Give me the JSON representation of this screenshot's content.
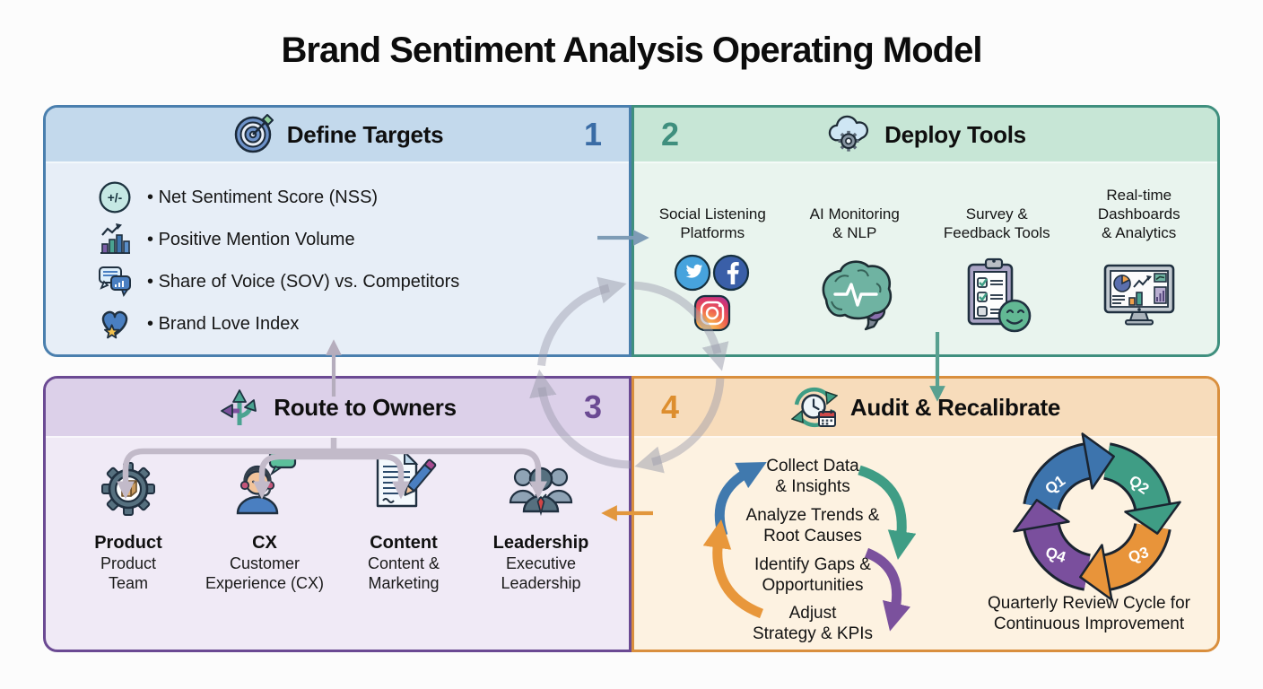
{
  "title": "Brand Sentiment Analysis Operating Model",
  "quadrants": {
    "define_targets": {
      "number": "1",
      "title": "Define Targets",
      "icon": "target-dart-icon",
      "metrics": [
        {
          "icon": "plus-minus-icon",
          "glyph": "+/-",
          "label": "Net Sentiment Score (NSS)"
        },
        {
          "icon": "growth-chart-icon",
          "label": "Positive Mention Volume"
        },
        {
          "icon": "chat-bubbles-icon",
          "label": "Share of Voice (SOV) vs. Competitors"
        },
        {
          "icon": "heart-star-icon",
          "label": "Brand Love Index"
        }
      ]
    },
    "deploy_tools": {
      "number": "2",
      "title": "Deploy Tools",
      "icon": "cloud-gear-icon",
      "tools": [
        {
          "icon": "social-platform-icons",
          "label": "Social Listening\nPlatforms"
        },
        {
          "icon": "ai-brain-icon",
          "label": "AI Monitoring\n& NLP"
        },
        {
          "icon": "survey-clipboard-icon",
          "label": "Survey &\nFeedback Tools"
        },
        {
          "icon": "dashboard-monitor-icon",
          "label": "Real-time\nDashboards\n& Analytics"
        }
      ]
    },
    "route_to_owners": {
      "number": "3",
      "title": "Route to Owners",
      "icon": "route-split-icon",
      "owners": [
        {
          "icon": "product-gear-box-icon",
          "name": "Product",
          "description": "Product\nTeam"
        },
        {
          "icon": "cx-support-agent-icon",
          "name": "CX",
          "description": "Customer\nExperience (CX)"
        },
        {
          "icon": "content-document-pencil-icon",
          "name": "Content",
          "description": "Content &\nMarketing"
        },
        {
          "icon": "leadership-team-icon",
          "name": "Leadership",
          "description": "Executive\nLeadership"
        }
      ]
    },
    "audit_recalibrate": {
      "number": "4",
      "title": "Audit & Recalibrate",
      "icon": "clock-calendar-cycle-icon",
      "steps": [
        "Collect Data\n& Insights",
        "Analyze Trends &\nRoot Causes",
        "Identify Gaps &\nOpportunities",
        "Adjust\nStrategy & KPIs"
      ],
      "quarterly_cycle": {
        "quarters": [
          "Q1",
          "Q2",
          "Q3",
          "Q4"
        ],
        "caption": "Quarterly Review Cycle for\nContinuous Improvement"
      }
    }
  },
  "colors": {
    "define_targets_accent": "#4a7fae",
    "deploy_tools_accent": "#3f8f7e",
    "route_to_owners_accent": "#6b4a93",
    "audit_recalibrate_accent": "#d98f3e",
    "cycle_q1_blue": "#3d74ad",
    "cycle_q2_teal": "#3f9d85",
    "cycle_q3_orange": "#e8943a",
    "cycle_q4_purple": "#7a4f9d"
  }
}
